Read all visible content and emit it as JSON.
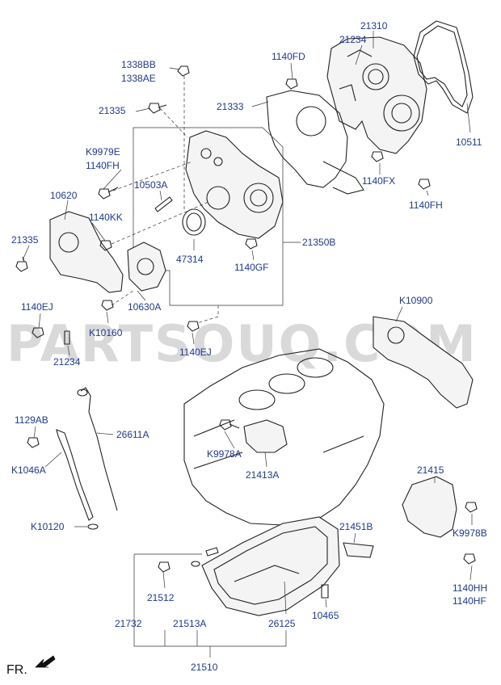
{
  "watermark": "PARTSOUQ.COM",
  "orientation_label": "FR.",
  "colors": {
    "label": "#1a3a9e",
    "line": "#222222",
    "watermark": "#d9d9d9"
  },
  "labels": {
    "p21310": "21310",
    "p21234_top": "21234",
    "p1338BB": "1338BB",
    "p1338AE": "1338AE",
    "p1140FD": "1140FD",
    "p21333": "21333",
    "p21335_top": "21335",
    "pK9979E": "K9979E",
    "p1140FH_left": "1140FH",
    "p10503A": "10503A",
    "p10620": "10620",
    "p1140KK": "1140KK",
    "p21335_left": "21335",
    "p47314": "47314",
    "p1140GF": "1140GF",
    "p21350B": "21350B",
    "p1140FX": "1140FX",
    "p1140FH_right": "1140FH",
    "p10511": "10511",
    "p1140EJ_left": "1140EJ",
    "pK10160": "K10160",
    "p10630A": "10630A",
    "p21234_left": "21234",
    "p1140EJ_mid": "1140EJ",
    "pK10900": "K10900",
    "p1129AB": "1129AB",
    "p26611A": "26611A",
    "pK1046A": "K1046A",
    "pK10120": "K10120",
    "pK9978A": "K9978A",
    "p21413A": "21413A",
    "p21415": "21415",
    "pK9978B": "K9978B",
    "p21451B": "21451B",
    "p1140HH": "1140HH",
    "p1140HF": "1140HF",
    "p21512": "21512",
    "p21732": "21732",
    "p21513A": "21513A",
    "p26125": "26125",
    "p10465": "10465",
    "p21510": "21510"
  }
}
